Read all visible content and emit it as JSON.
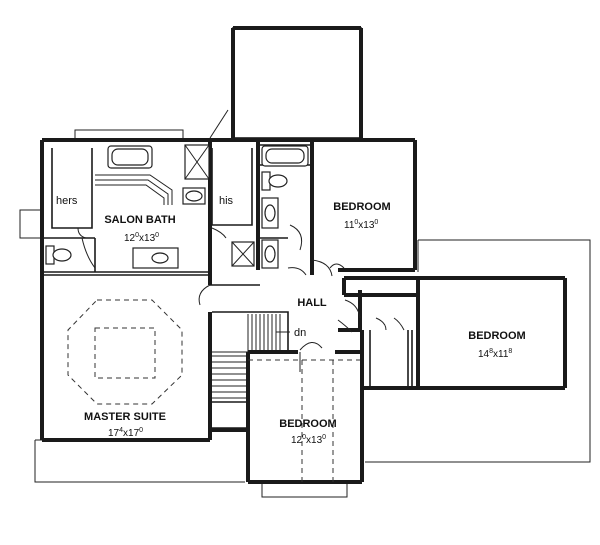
{
  "rooms": {
    "salon_bath": {
      "name": "SALON BATH",
      "w": "12",
      "w_sup": "0",
      "h": "13",
      "h_sup": "0"
    },
    "hers": {
      "name": "hers"
    },
    "his": {
      "name": "his"
    },
    "bedroom_ne": {
      "name": "BEDROOM",
      "w": "11",
      "w_sup": "0",
      "h": "13",
      "h_sup": "0"
    },
    "hall": {
      "name": "HALL"
    },
    "dn": {
      "name": "dn"
    },
    "bedroom_e": {
      "name": "BEDROOM",
      "w": "14",
      "w_sup": "8",
      "h": "11",
      "h_sup": "8"
    },
    "master_suite": {
      "name": "MASTER SUITE",
      "w": "17",
      "w_sup": "4",
      "h": "17",
      "h_sup": "0"
    },
    "bedroom_s": {
      "name": "BEDROOM",
      "w": "12",
      "w_sup": "0",
      "h": "13",
      "h_sup": "0"
    }
  },
  "times_sign": "x"
}
